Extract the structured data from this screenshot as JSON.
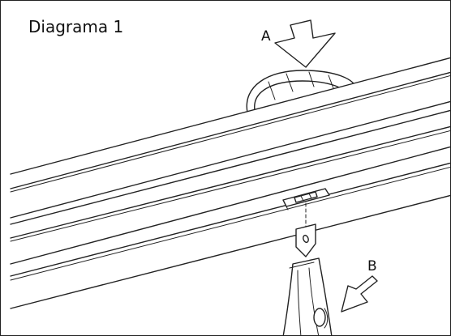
{
  "diagram": {
    "title": "Diagrama 1",
    "labels": {
      "a": "A",
      "b": "B"
    },
    "colors": {
      "stroke": "#222222",
      "background": "#ffffff"
    }
  }
}
